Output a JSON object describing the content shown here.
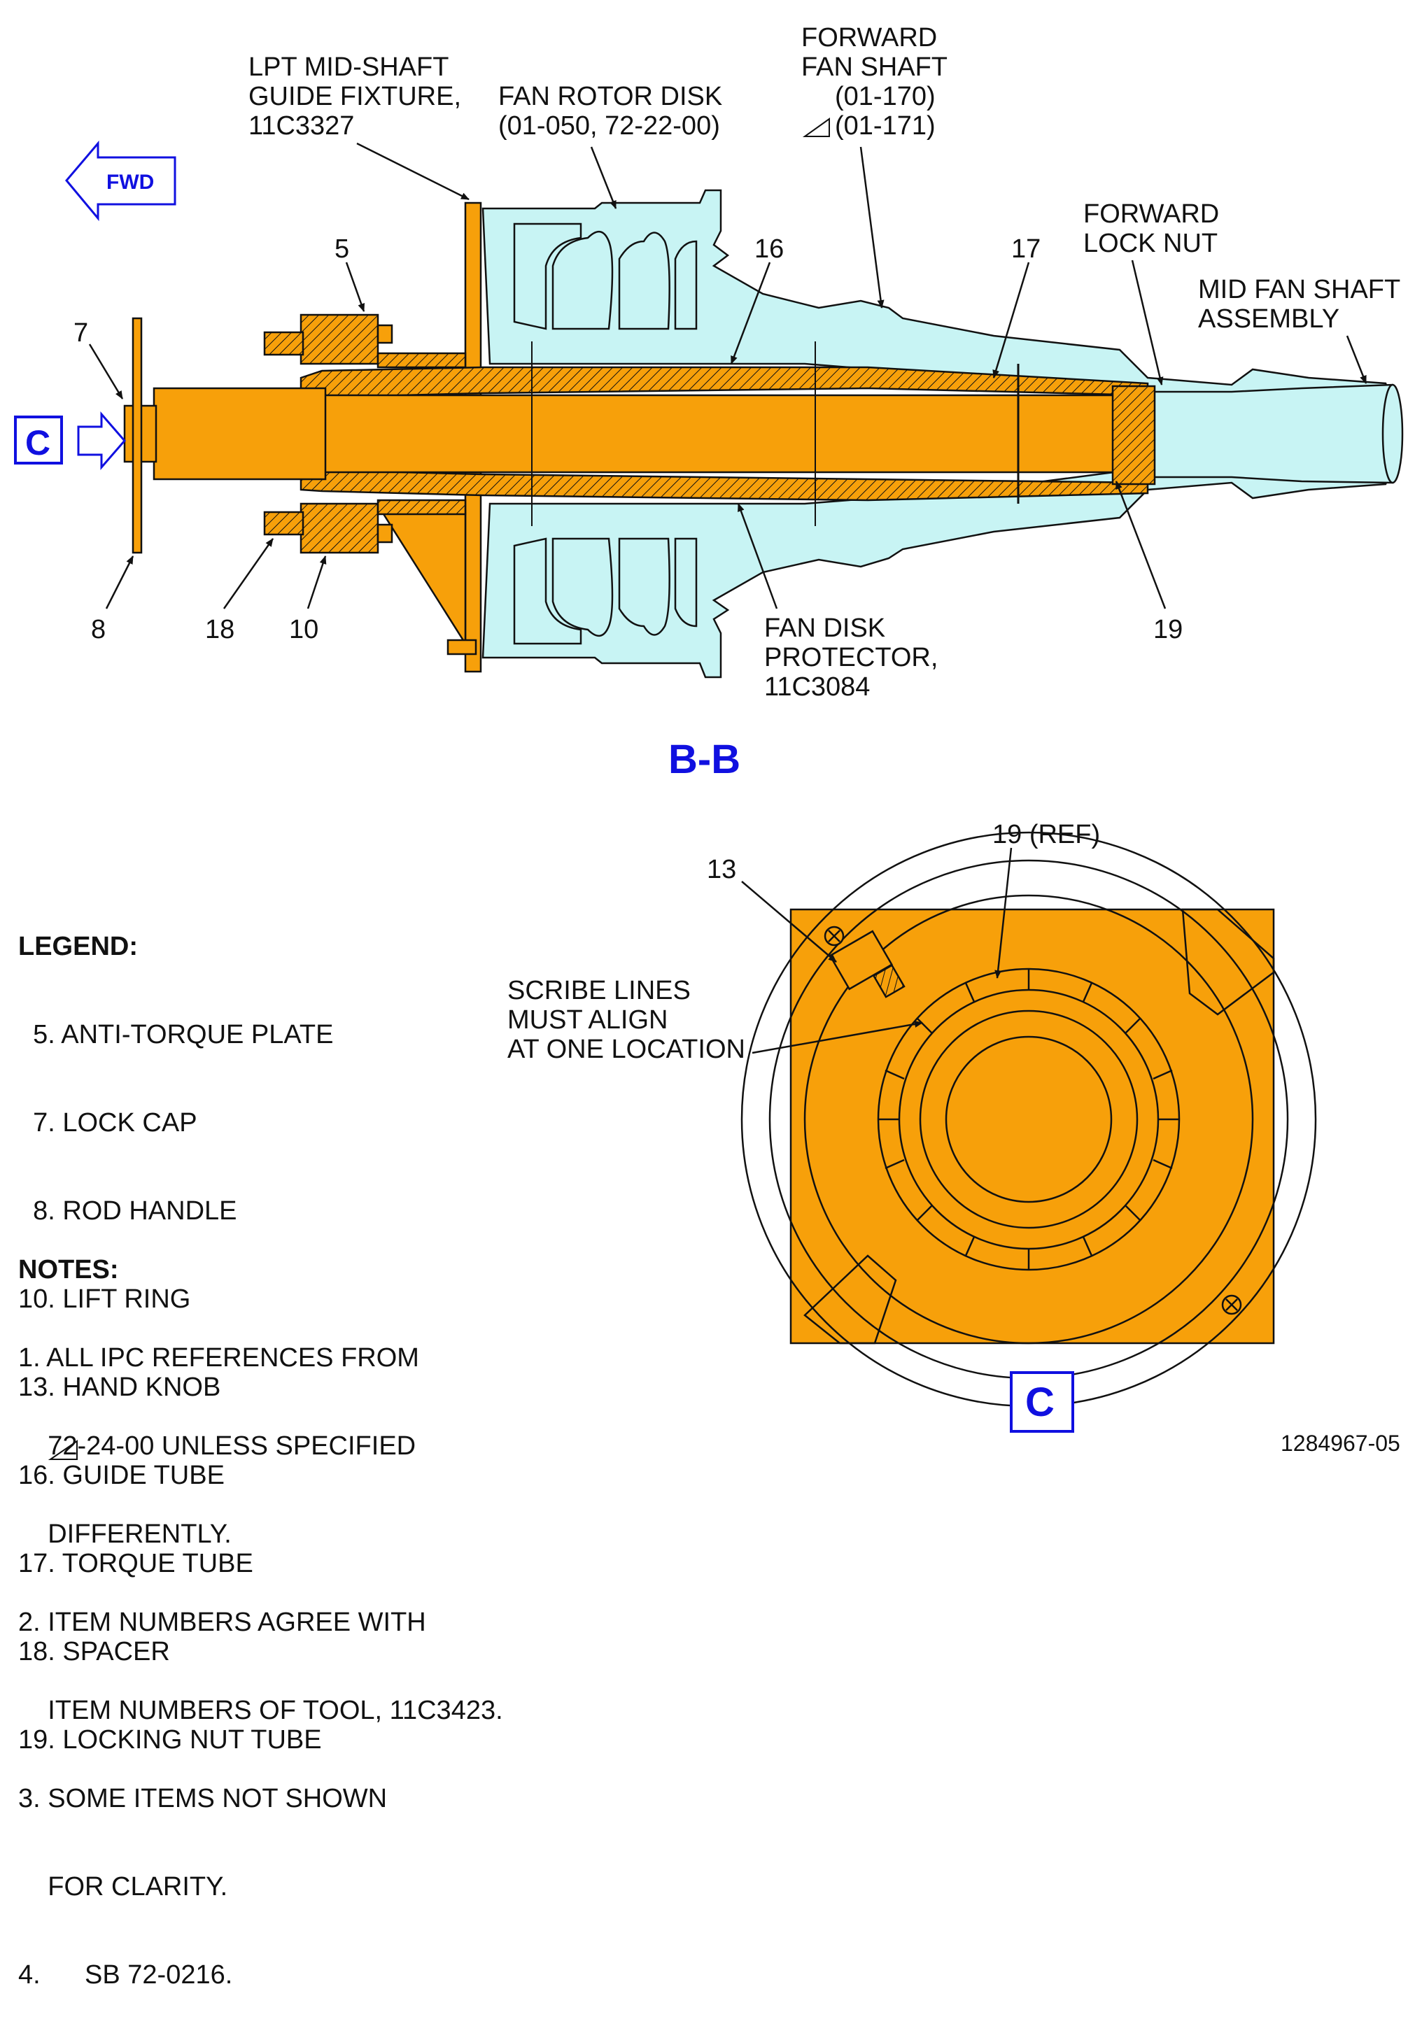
{
  "view_title": "B-B",
  "view_c_label": "C",
  "direction": {
    "label": "FWD",
    "color": "#1010e0"
  },
  "colors": {
    "tool_orange": "#f7a00a",
    "engine_cyan": "#c8f4f4",
    "accent_blue": "#1010e0"
  },
  "callouts": {
    "lpt_guide": [
      "LPT MID-SHAFT",
      "GUIDE FIXTURE,",
      "11C3327"
    ],
    "fan_rotor_disk": [
      "FAN ROTOR DISK",
      "(01-050, 72-22-00)"
    ],
    "forward_fan_shaft": [
      "FORWARD",
      "FAN SHAFT",
      "(01-170)",
      "(01-171)"
    ],
    "forward_lock_nut": [
      "FORWARD",
      "LOCK NUT"
    ],
    "mid_fan_shaft": [
      "MID FAN SHAFT",
      "ASSEMBLY"
    ],
    "fan_disk_protector": [
      "FAN DISK",
      "PROTECTOR,",
      "11C3084"
    ],
    "scribe_lines": [
      "SCRIBE LINES",
      "MUST ALIGN",
      "AT ONE LOCATION"
    ],
    "item_5": "5",
    "item_7": "7",
    "item_8": "8",
    "item_10": "10",
    "item_16": "16",
    "item_17": "17",
    "item_18": "18",
    "item_19": "19",
    "item_13": "13",
    "item_19_ref": "19 (REF)"
  },
  "legend": {
    "title": "LEGEND:",
    "items": [
      "  5. ANTI-TORQUE PLATE",
      "  7. LOCK CAP",
      "  8. ROD HANDLE",
      "10. LIFT RING",
      "13. HAND KNOB",
      "16. GUIDE TUBE",
      "17. TORQUE TUBE",
      "18. SPACER",
      "19. LOCKING NUT TUBE"
    ]
  },
  "notes": {
    "title": "NOTES:",
    "items": [
      "1. ALL IPC REFERENCES FROM",
      "    72-24-00 UNLESS SPECIFIED",
      "    DIFFERENTLY.",
      "2. ITEM NUMBERS AGREE WITH",
      "    ITEM NUMBERS OF TOOL, 11C3423.",
      "3. SOME ITEMS NOT SHOWN",
      "    FOR CLARITY.",
      "4.      SB 72-0216."
    ]
  },
  "figure_id": "1284967-05"
}
